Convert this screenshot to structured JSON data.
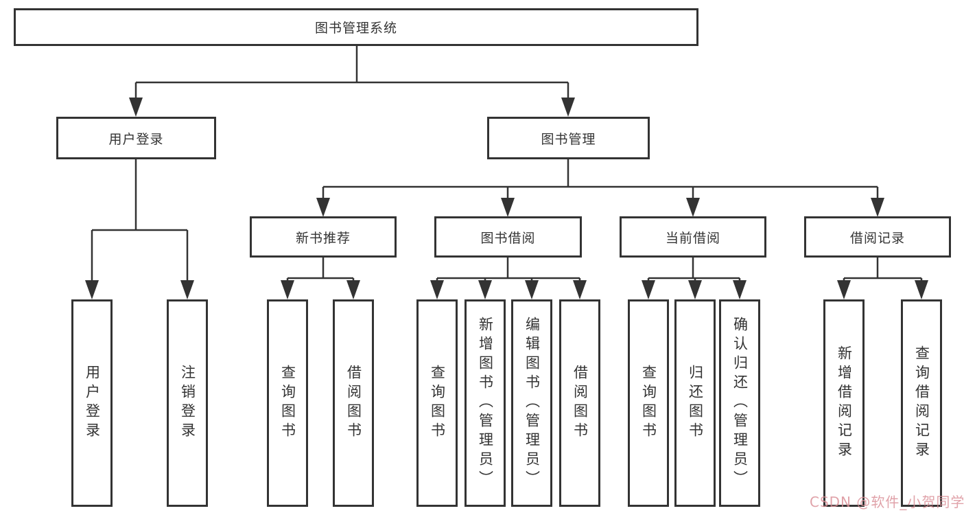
{
  "diagram_type": "hierarchy-tree",
  "colors": {
    "line": "#333333",
    "box_border": "#333333",
    "text": "#333333",
    "background": "#ffffff",
    "watermark": "#d98c94"
  },
  "tree": {
    "label": "图书管理系统",
    "children": [
      {
        "label": "用户登录",
        "children": [
          {
            "label": "用户登录"
          },
          {
            "label": "注销登录"
          }
        ]
      },
      {
        "label": "图书管理",
        "children": [
          {
            "label": "新书推荐",
            "children": [
              {
                "label": "查询图书"
              },
              {
                "label": "借阅图书"
              }
            ]
          },
          {
            "label": "图书借阅",
            "children": [
              {
                "label": "查询图书"
              },
              {
                "label": "新增图书（管理员）"
              },
              {
                "label": "编辑图书（管理员）"
              },
              {
                "label": "借阅图书"
              }
            ]
          },
          {
            "label": "当前借阅",
            "children": [
              {
                "label": "查询图书"
              },
              {
                "label": "归还图书"
              },
              {
                "label": "确认归还（管理员）"
              }
            ]
          },
          {
            "label": "借阅记录",
            "children": [
              {
                "label": "新增借阅记录"
              },
              {
                "label": "查询借阅记录"
              }
            ]
          }
        ]
      }
    ]
  },
  "watermark": {
    "text": "CSDN @软件_小贺同学"
  }
}
